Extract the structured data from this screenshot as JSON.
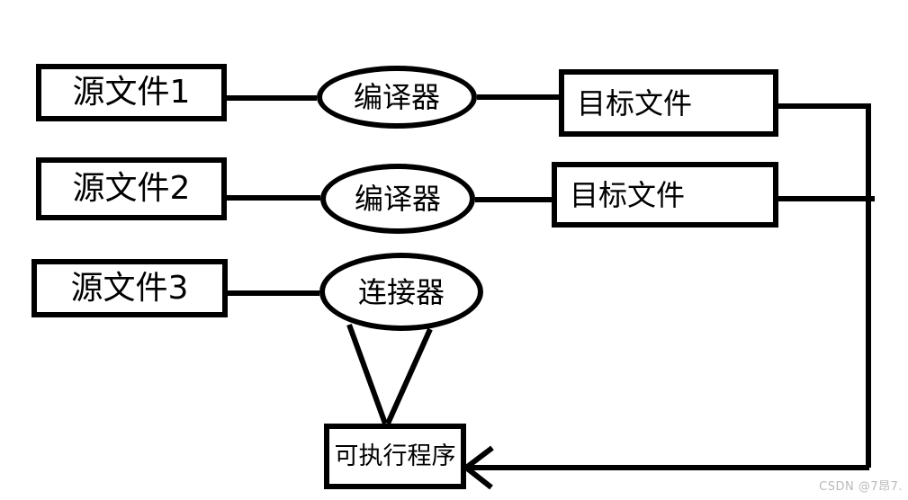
{
  "diagram": {
    "title": "compile-and-link process diagram",
    "nodes": {
      "source1": {
        "label": "源文件1",
        "shape": "rectangle"
      },
      "source2": {
        "label": "源文件2",
        "shape": "rectangle"
      },
      "source3": {
        "label": "源文件3",
        "shape": "rectangle"
      },
      "compiler1": {
        "label": "编译器",
        "shape": "ellipse"
      },
      "compiler2": {
        "label": "编译器",
        "shape": "ellipse"
      },
      "linker": {
        "label": "连接器",
        "shape": "ellipse"
      },
      "object1": {
        "label": "目标文件",
        "shape": "rectangle"
      },
      "object2": {
        "label": "目标文件",
        "shape": "rectangle"
      },
      "executable": {
        "label": "可执行程序",
        "shape": "rectangle"
      }
    },
    "edges": [
      {
        "from": "source1",
        "to": "compiler1"
      },
      {
        "from": "compiler1",
        "to": "object1"
      },
      {
        "from": "source2",
        "to": "compiler2"
      },
      {
        "from": "compiler2",
        "to": "object2"
      },
      {
        "from": "source3",
        "to": "linker"
      },
      {
        "from": "object1",
        "to": "executable",
        "via": "right-trunk",
        "arrow": true
      },
      {
        "from": "object2",
        "to": "executable",
        "via": "right-trunk",
        "arrow": true
      },
      {
        "from": "linker",
        "to": "executable",
        "style": "double-line-v"
      }
    ],
    "colors": {
      "stroke": "#000000",
      "background": "#ffffff",
      "watermark_text": "#b9b9b9"
    }
  },
  "watermark": {
    "text": "CSDN @7昂7."
  }
}
